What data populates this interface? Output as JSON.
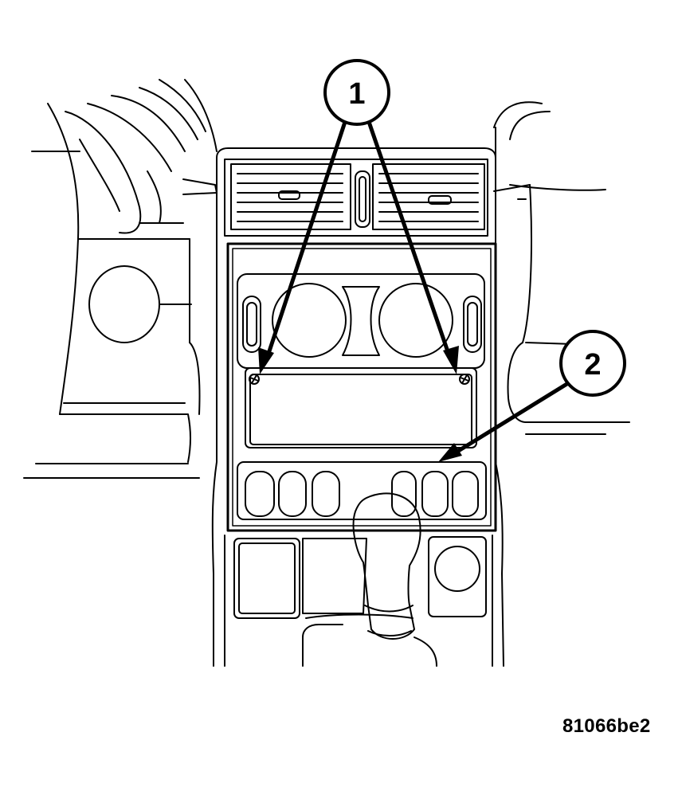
{
  "callouts": [
    {
      "number": "1"
    },
    {
      "number": "2"
    }
  ],
  "figure_id": "81066be2"
}
